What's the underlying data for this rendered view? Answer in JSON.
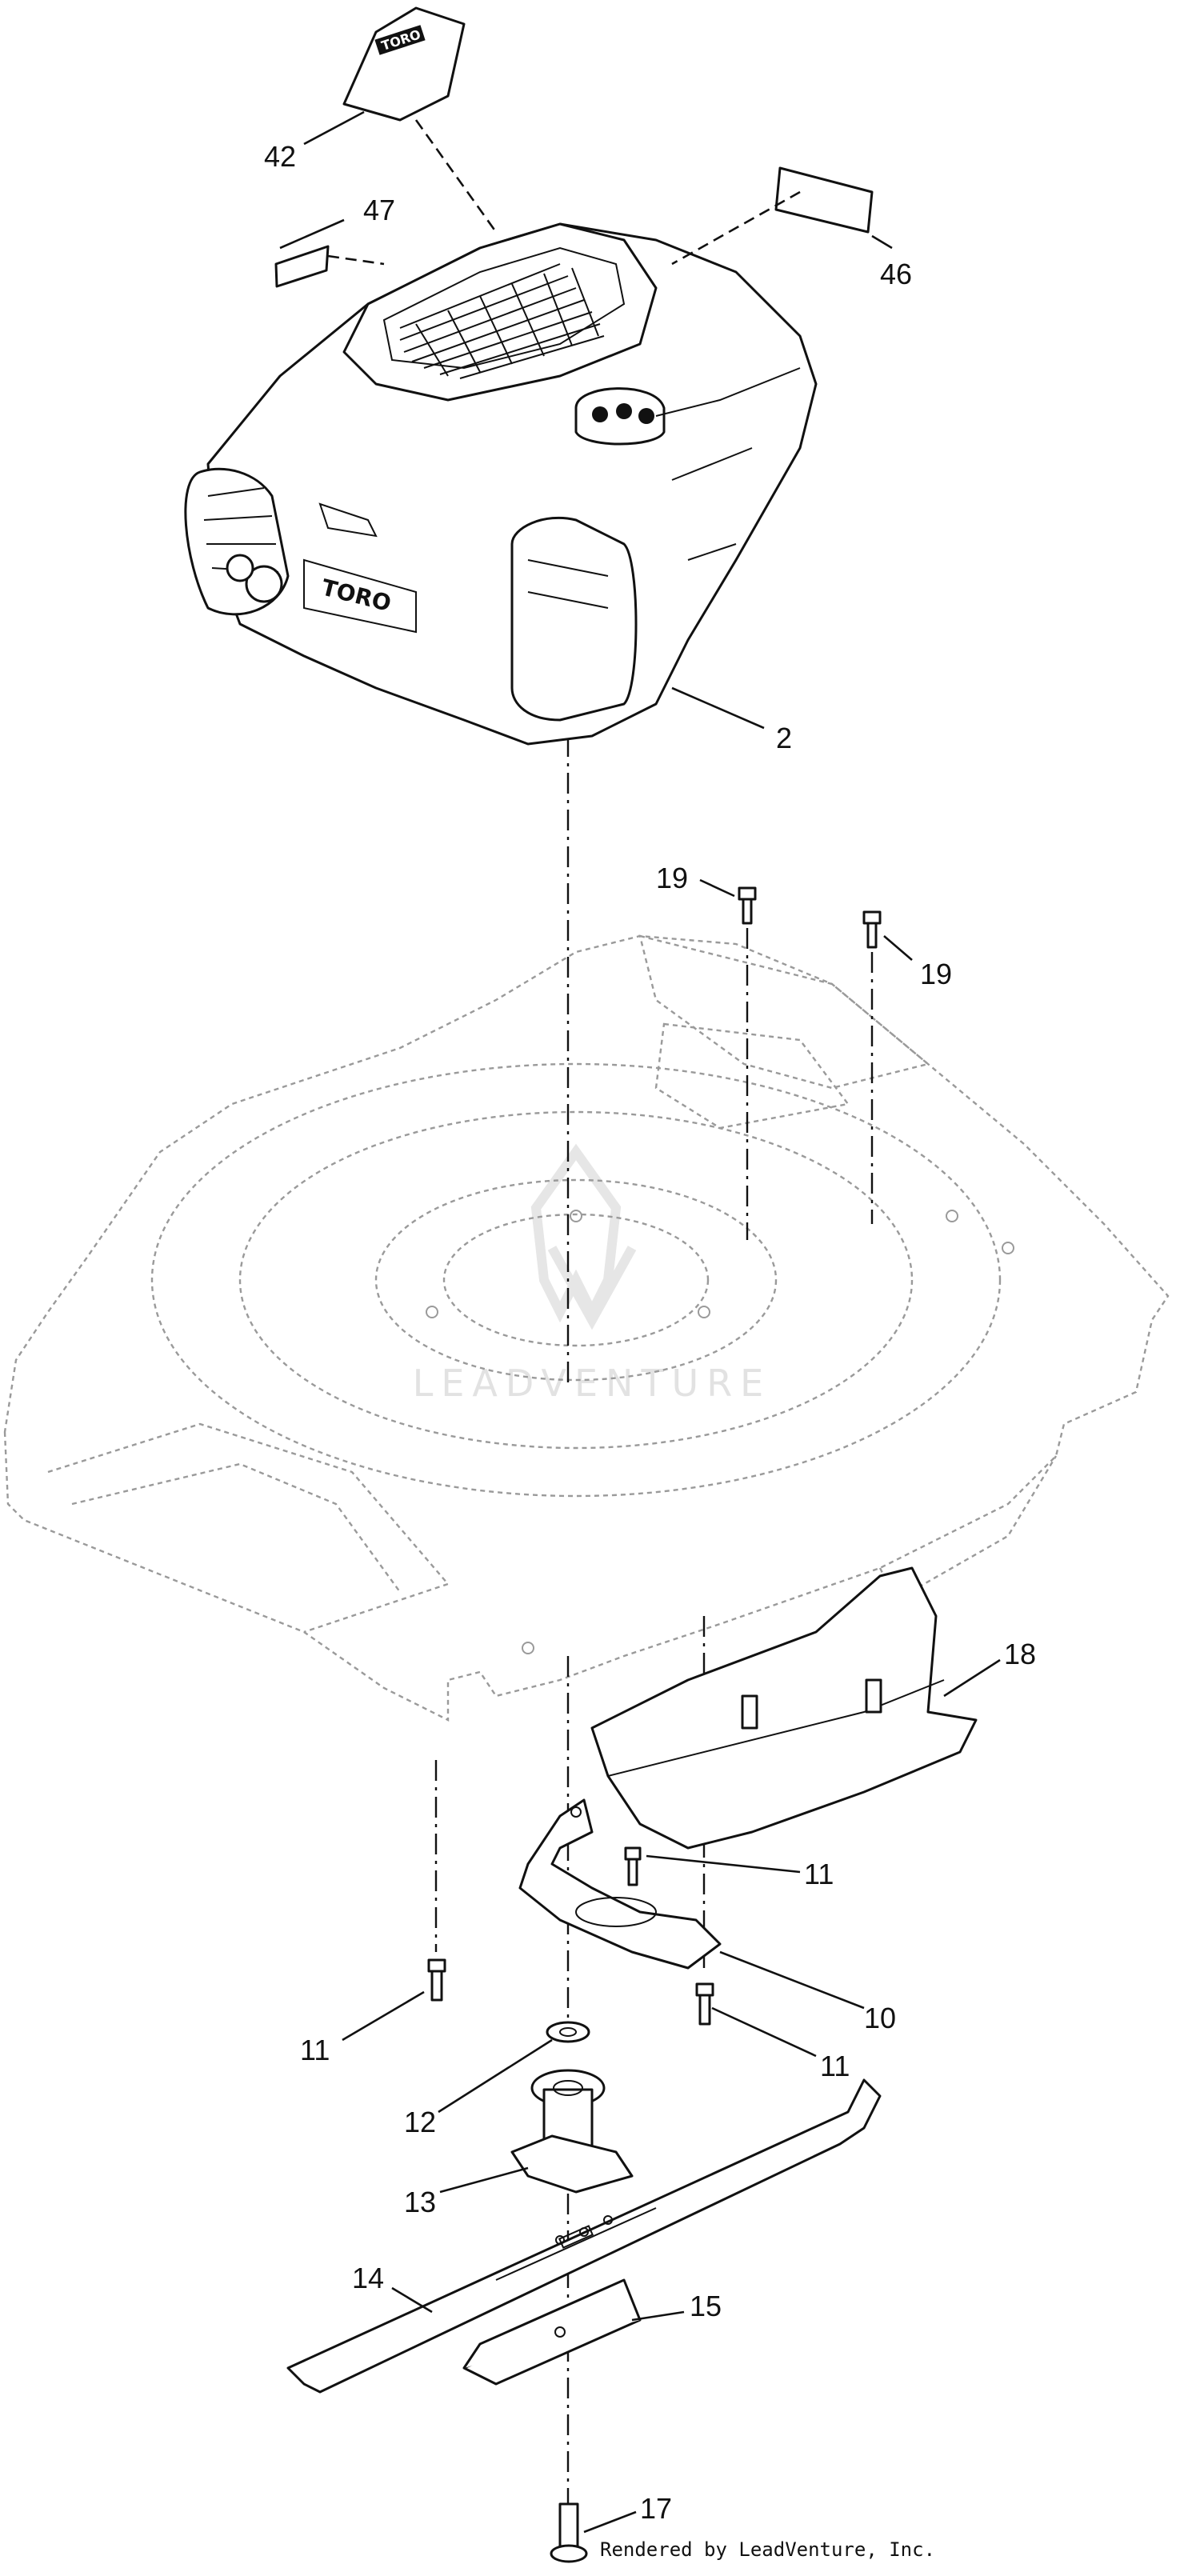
{
  "callouts": [
    {
      "id": "42",
      "text": "42"
    },
    {
      "id": "47",
      "text": "47"
    },
    {
      "id": "46",
      "text": "46"
    },
    {
      "id": "2",
      "text": "2"
    },
    {
      "id": "19a",
      "text": "19"
    },
    {
      "id": "19b",
      "text": "19"
    },
    {
      "id": "18",
      "text": "18"
    },
    {
      "id": "11a",
      "text": "11"
    },
    {
      "id": "11b",
      "text": "11"
    },
    {
      "id": "10",
      "text": "10"
    },
    {
      "id": "11c",
      "text": "11"
    },
    {
      "id": "12",
      "text": "12"
    },
    {
      "id": "13",
      "text": "13"
    },
    {
      "id": "14",
      "text": "14"
    },
    {
      "id": "15",
      "text": "15"
    },
    {
      "id": "17",
      "text": "17"
    }
  ],
  "decal_brand": "TORO",
  "engine_brand": "TORO",
  "watermark_text": "LEADVENTURE",
  "credit": "Rendered by LeadVenture, Inc."
}
